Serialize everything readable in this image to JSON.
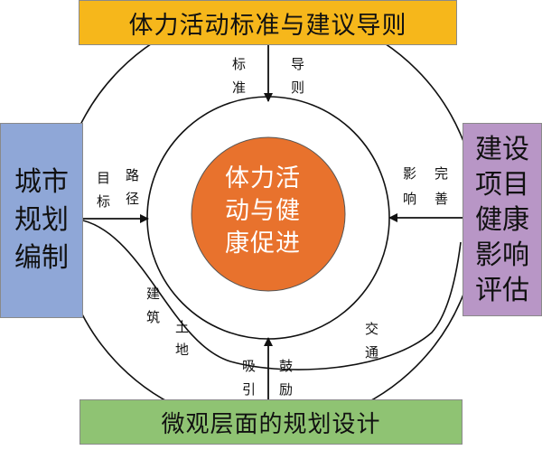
{
  "top_box": "体力活动标准与建议导则",
  "bottom_box": "微观层面的规划设计",
  "left_box": [
    "城市",
    "规划",
    "编制"
  ],
  "right_box": [
    "建设",
    "项目",
    "健康",
    "影响",
    "评估"
  ],
  "center": [
    "体力活",
    "动与健",
    "康促进"
  ],
  "labels": {
    "top_left": [
      "标",
      "准"
    ],
    "top_right": [
      "导",
      "则"
    ],
    "left_a": [
      "目",
      "标"
    ],
    "left_b": [
      "路",
      "径"
    ],
    "right_a": [
      "影",
      "响"
    ],
    "right_b": [
      "完",
      "善"
    ],
    "bottom_left": [
      "吸",
      "引"
    ],
    "bottom_right": [
      "鼓",
      "励"
    ],
    "build_a": [
      "建",
      "筑"
    ],
    "build_b": [
      "土",
      "地"
    ],
    "traffic": [
      "交",
      "通"
    ]
  },
  "colors": {
    "top": "#f6b71b",
    "bottom": "#8fc373",
    "left": "#8fa7d7",
    "right": "#b896c6",
    "center": "#e8722d"
  }
}
